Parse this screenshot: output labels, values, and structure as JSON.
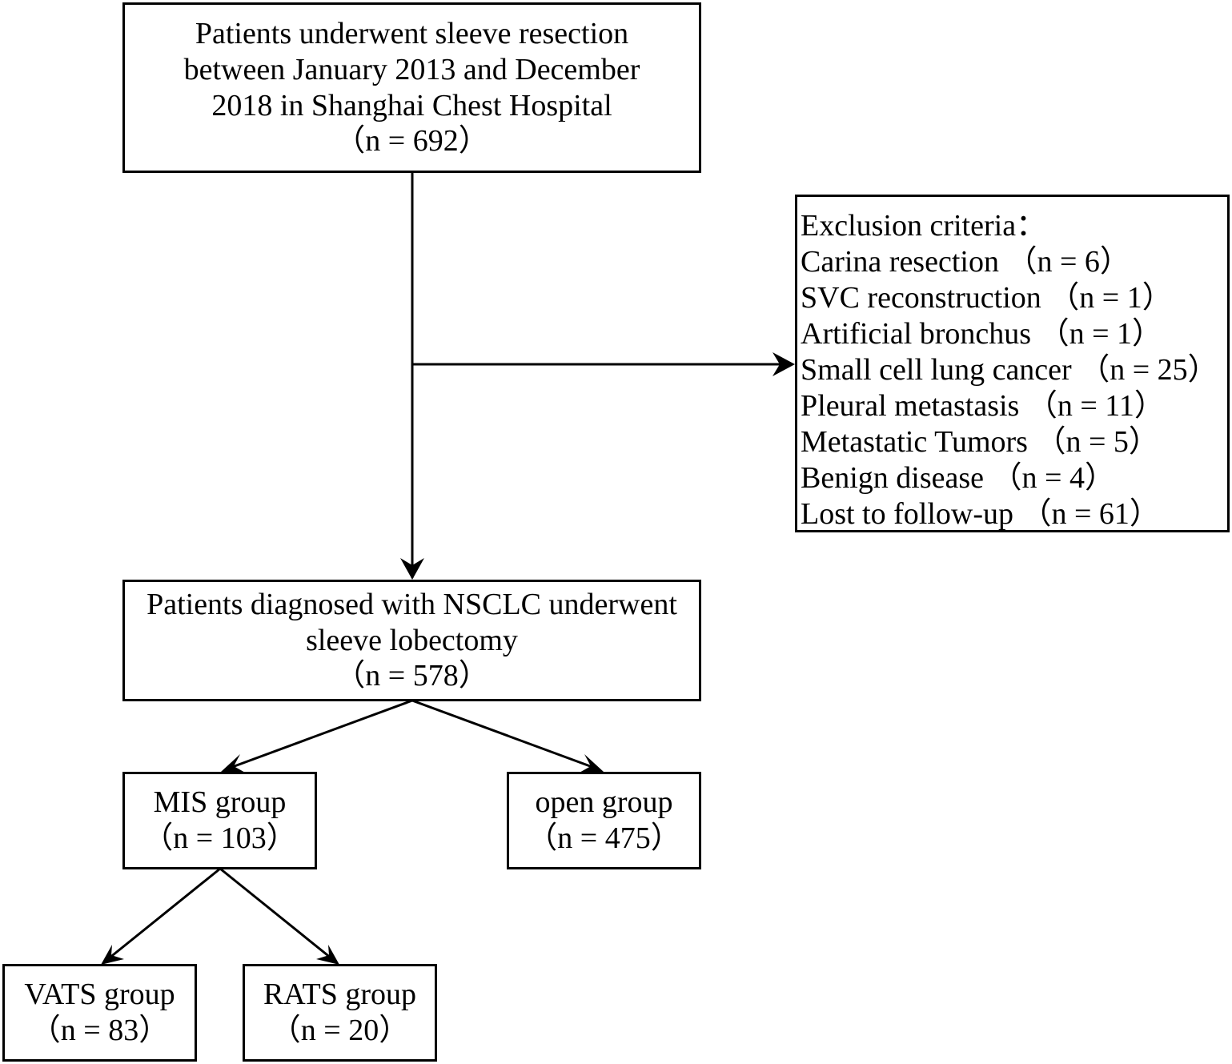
{
  "boxes": {
    "initial": {
      "lines": [
        "Patients underwent sleeve resection",
        "between January 2013 and December",
        "2018 in Shanghai Chest Hospital",
        "（n = 692）"
      ]
    },
    "exclusion": {
      "title": "Exclusion criteria：",
      "items": [
        {
          "label": "Carina resection",
          "count": "（n = 6）"
        },
        {
          "label": "SVC reconstruction",
          "count": "（n = 1）"
        },
        {
          "label": "Artificial bronchus",
          "count": "（n = 1）"
        },
        {
          "label": "Small cell lung cancer",
          "count": "（n = 25）"
        },
        {
          "label": "Pleural metastasis",
          "count": "（n = 11）"
        },
        {
          "label": "Metastatic Tumors",
          "count": "（n = 5）"
        },
        {
          "label": "Benign disease",
          "count": "（n = 4）"
        },
        {
          "label": "Lost to follow-up",
          "count": "（n = 61）"
        }
      ]
    },
    "nsclc": {
      "lines": [
        "Patients diagnosed with NSCLC underwent",
        "sleeve lobectomy",
        "（n = 578）"
      ]
    },
    "mis": {
      "label": "MIS group",
      "count": "（n = 103）"
    },
    "open": {
      "label": "open group",
      "count": "（n = 475）"
    },
    "vats": {
      "label": "VATS group",
      "count": "（n = 83）"
    },
    "rats": {
      "label": "RATS group",
      "count": "（n = 20）"
    }
  }
}
